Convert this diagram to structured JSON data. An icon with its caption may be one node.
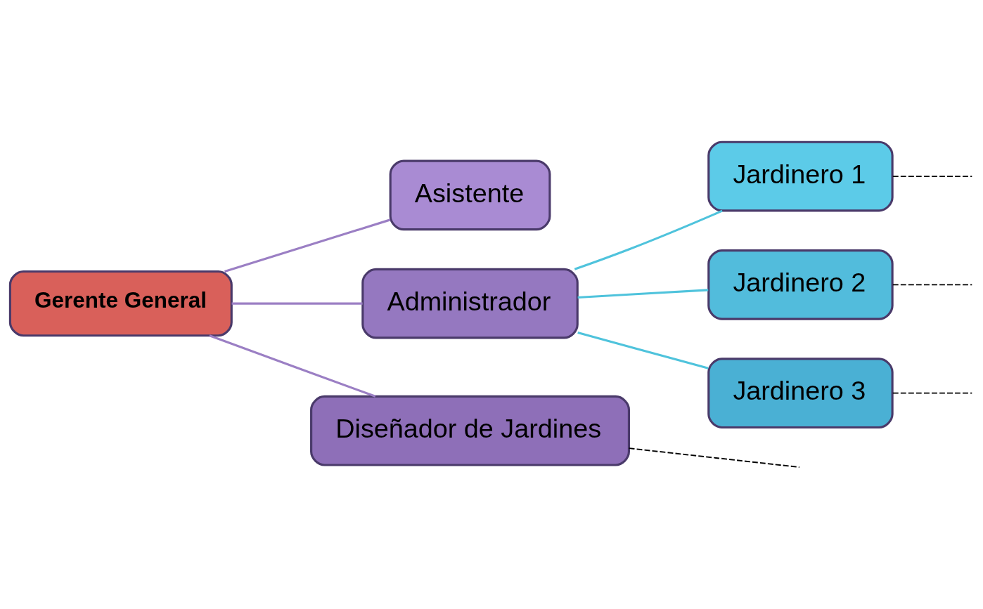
{
  "diagram": {
    "nodes": [
      {
        "text": [
          "Gerente General"
        ]
      },
      {
        "text": [
          "Asistente"
        ]
      },
      {
        "text": [
          "Administrador"
        ]
      },
      {
        "text": [
          "Diseñador de Jardines"
        ]
      },
      {
        "text": [
          "Jardinero 1"
        ]
      },
      {
        "text": [
          "Jardinero 2"
        ]
      },
      {
        "text": [
          "Jardinero 3"
        ]
      }
    ],
    "edges": [
      {
        "from": 0,
        "to": 1,
        "arrow": "none",
        "color": "#9b7fc4"
      },
      {
        "from": 0,
        "to": 2,
        "arrow": "none",
        "color": "#9b7fc4"
      },
      {
        "from": 0,
        "to": 3,
        "arrow": "none",
        "color": "#9b7fc4"
      },
      {
        "from": 2,
        "to": 4,
        "arrow": "none",
        "color": "#4fc3dc"
      },
      {
        "from": 2,
        "to": 5,
        "arrow": "none",
        "color": "#4fc3dc"
      },
      {
        "from": 2,
        "to": 6,
        "arrow": "none",
        "color": "#4fc3dc"
      },
      {
        "from": 4,
        "to": null,
        "arrow": "none",
        "style": "dashed",
        "color": "#000000"
      },
      {
        "from": 5,
        "to": null,
        "arrow": "none",
        "style": "dashed",
        "color": "#000000"
      },
      {
        "from": 6,
        "to": null,
        "arrow": "none",
        "style": "dashed",
        "color": "#000000"
      },
      {
        "from": 3,
        "to": null,
        "arrow": "none",
        "style": "dashed",
        "color": "#000000"
      }
    ]
  }
}
